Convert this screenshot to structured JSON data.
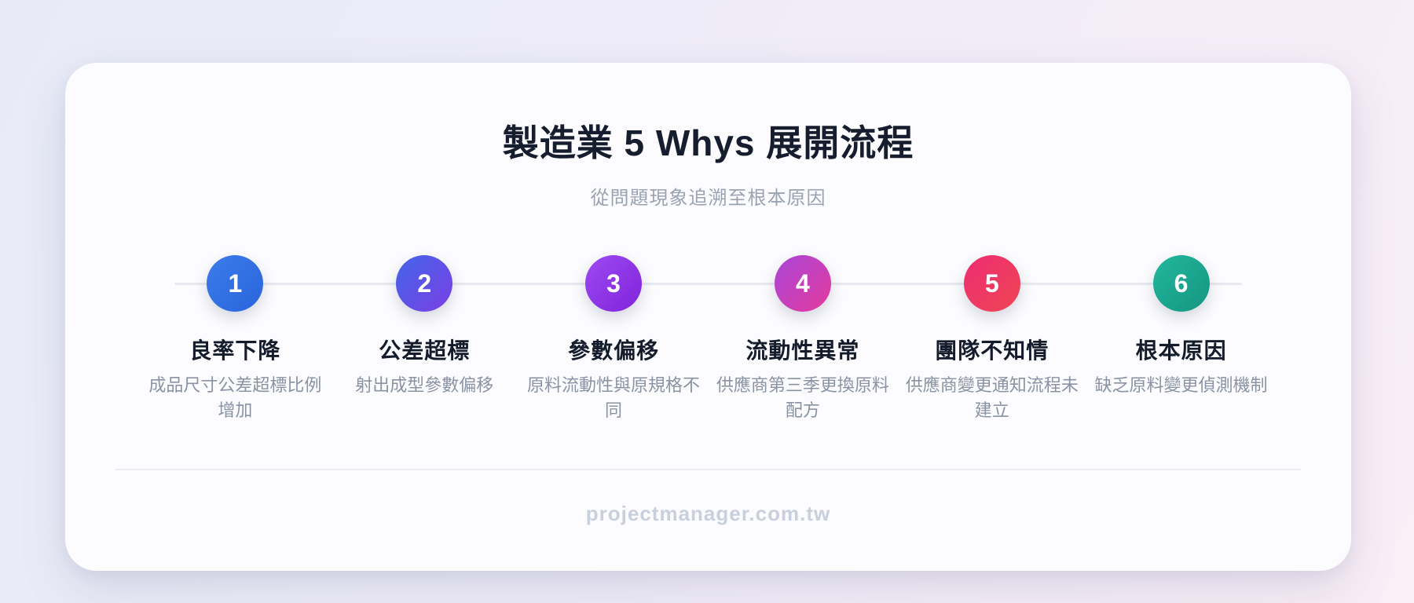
{
  "header": {
    "title": "製造業 5 Whys 展開流程",
    "subtitle": "從問題現象追溯至根本原因"
  },
  "steps": [
    {
      "number": "1",
      "title": "良率下降",
      "description": "成品尺寸公差超標比例增加",
      "gradient": [
        "#3b7ce9",
        "#2964dd"
      ]
    },
    {
      "number": "2",
      "title": "公差超標",
      "description": "射出成型參數偏移",
      "gradient": [
        "#4365e9",
        "#7b3fe4"
      ]
    },
    {
      "number": "3",
      "title": "參數偏移",
      "description": "原料流動性與原規格不同",
      "gradient": [
        "#9d4af2",
        "#8023da"
      ]
    },
    {
      "number": "4",
      "title": "流動性異常",
      "description": "供應商第三季更換原料配方",
      "gradient": [
        "#a946d8",
        "#e43a9d"
      ]
    },
    {
      "number": "5",
      "title": "團隊不知情",
      "description": "供應商變更通知流程未建立",
      "gradient": [
        "#ed2d73",
        "#ef4553"
      ]
    },
    {
      "number": "6",
      "title": "根本原因",
      "description": "缺乏原料變更偵測機制",
      "gradient": [
        "#22b89e",
        "#159580"
      ]
    }
  ],
  "footer": {
    "watermark": "projectmanager.com.tw"
  },
  "colors": {
    "background_left": "#e8ebf7",
    "background_right": "#faeef7",
    "card": "#fcfcfe",
    "title_text": "#151d2e",
    "subtitle_text": "#9aa3b4",
    "description_text": "#8a93a4",
    "connector_line": "#e7e9ee",
    "watermark_text": "#c8d0dd"
  }
}
